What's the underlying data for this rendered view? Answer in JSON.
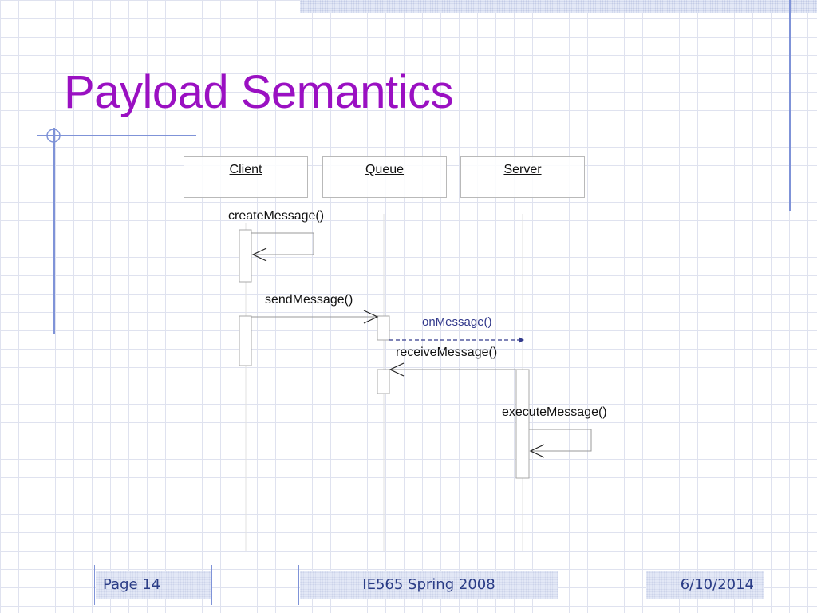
{
  "slide": {
    "title": "Payload Semantics"
  },
  "diagram": {
    "lifelines": [
      "Client",
      "Queue",
      "Server"
    ],
    "messages": [
      {
        "label": "createMessage()",
        "from": "Client",
        "to": "Client",
        "kind": "self"
      },
      {
        "label": "sendMessage()",
        "from": "Client",
        "to": "Queue",
        "kind": "sync"
      },
      {
        "label": "onMessage()",
        "from": "Queue",
        "to": "Server",
        "kind": "async"
      },
      {
        "label": "receiveMessage()",
        "from": "Server",
        "to": "Queue",
        "kind": "sync"
      },
      {
        "label": "executeMessage()",
        "from": "Server",
        "to": "Server",
        "kind": "self"
      }
    ]
  },
  "footer": {
    "page": "Page 14",
    "course": "IE565 Spring 2008",
    "date": "6/10/2014"
  },
  "colors": {
    "title": "#9a10c2",
    "footer_text": "#2a3c86",
    "accent_line": "#7f93d8",
    "async_arrow": "#333a8c"
  }
}
